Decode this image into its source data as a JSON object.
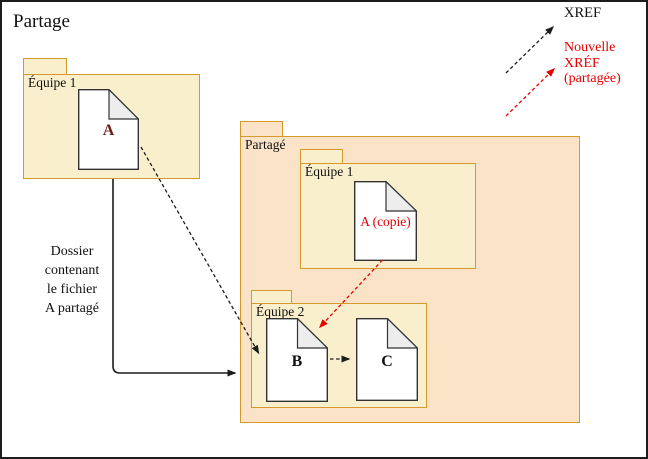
{
  "title": "Partage",
  "colors": {
    "arrow_black": "#1c1c1c",
    "arrow_red": "#e60000",
    "red_text": "#e60000",
    "folder_border": "#d6992c",
    "folder_fill": "#faefcc",
    "shared_folder_fill": "#fbe3c7",
    "doc_fill": "#ffffff",
    "doc_border": "#333333",
    "doc_fold_fill": "#ededed",
    "doc_a_text": "#701d1d"
  },
  "folders": {
    "team1_source": {
      "label": "Équipe 1"
    },
    "shared": {
      "label": "Partagé"
    },
    "team1_copy": {
      "label": "Équipe 1"
    },
    "team2": {
      "label": "Équipe 2"
    }
  },
  "documents": {
    "a": {
      "label": "A"
    },
    "a_copy": {
      "label": "A (copie)"
    },
    "b": {
      "label": "B"
    },
    "c": {
      "label": "C"
    }
  },
  "legend": {
    "xref": {
      "label": "XREF"
    },
    "new_xref": {
      "lines": [
        "Nouvelle",
        "XRÉF",
        "(partagée)"
      ]
    }
  },
  "note": {
    "lines": [
      "Dossier",
      "contenant",
      "le fichier",
      "A partagé"
    ]
  }
}
